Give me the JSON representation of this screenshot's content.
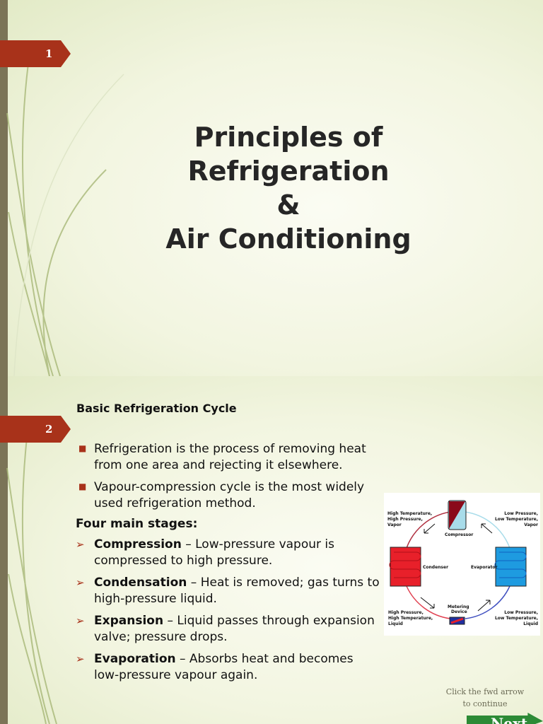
{
  "slide1": {
    "number": "1",
    "title_lines": [
      "Principles of",
      "Refrigeration",
      "&",
      "Air Conditioning"
    ]
  },
  "slide2": {
    "number": "2",
    "heading": "Basic Refrigeration Cycle",
    "bullets": [
      "Refrigeration is the process of removing heat from one area and rejecting it elsewhere.",
      "Vapour-compression cycle is the most widely used refrigeration method."
    ],
    "stages_heading": "Four main stages:",
    "stages": [
      {
        "term": "Compression",
        "text": " – Low-pressure vapour is compressed to high pressure."
      },
      {
        "term": "Condensation",
        "text": " – Heat is removed; gas turns to high-pressure liquid."
      },
      {
        "term": "Expansion",
        "text": " – Liquid passes through expansion valve; pressure drops."
      },
      {
        "term": "Evaporation",
        "text": " – Absorbs heat and becomes low-pressure vapour again."
      }
    ],
    "diagram": {
      "compressor": "Compressor",
      "condenser": "Condenser",
      "evaporator": "Evaporator",
      "metering": [
        "Metering",
        "Device"
      ],
      "top_left": [
        "High Temperature,",
        "High Pressure,",
        "Vapor"
      ],
      "top_right": [
        "Low Pressure,",
        "Low Temperature,",
        "Vapor"
      ],
      "bottom_left": [
        "High Pressure,",
        "High Temperature,",
        "Liquid"
      ],
      "bottom_right": [
        "Low Pressure,",
        "Low Temperature,",
        "Liquid"
      ]
    },
    "note": "Click the fwd arrow to continue",
    "next_label": "Next"
  },
  "colors": {
    "accent": "#a8321a",
    "stripe": "#7b7457",
    "hot": "#e8202a",
    "cold": "#1e9be0"
  }
}
